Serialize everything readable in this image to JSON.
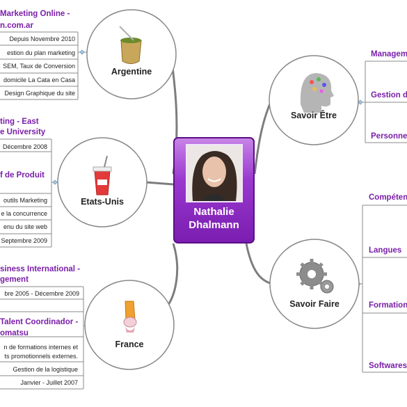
{
  "center": {
    "name_line1": "Nathalie",
    "name_line2": "Dhalmann"
  },
  "argentine": {
    "label": "Argentine",
    "title_line1": "Marketing Online -",
    "title_line2": "n.com.ar",
    "items": [
      "Depuis Novembre 2010",
      "estion du plan marketing",
      "SEM, Taux de Conversion",
      "domicile La Cata en Casa",
      "Design Graphique du site"
    ]
  },
  "etats_unis": {
    "label": "Etats-Unis",
    "title_line1": "ting - East",
    "title_line2": "e University",
    "role": "f de Produit",
    "items": [
      "Décembre 2008",
      "outils Marketing",
      "e la concurrence",
      "enu du site web",
      "Septembre 2009"
    ]
  },
  "france": {
    "label": "France",
    "title_line1": "siness International -",
    "title_line2": "gement",
    "role_line1": "Talent Coordinador -",
    "role_line2": "omatsu",
    "items": [
      "bre 2005 - Décembre 2009",
      "n de formations internes et",
      "ts promotionnels externes.",
      "Gestion de la logistique",
      "Janvier - Juillet 2007"
    ]
  },
  "savoir_etre": {
    "label": "Savoir Être",
    "items": [
      "Managem",
      "Gestion d",
      "Personnel"
    ]
  },
  "savoir_faire": {
    "label": "Savoir Faire",
    "items": [
      "Compéten",
      "Langues",
      "Formation",
      "Softwares"
    ]
  }
}
